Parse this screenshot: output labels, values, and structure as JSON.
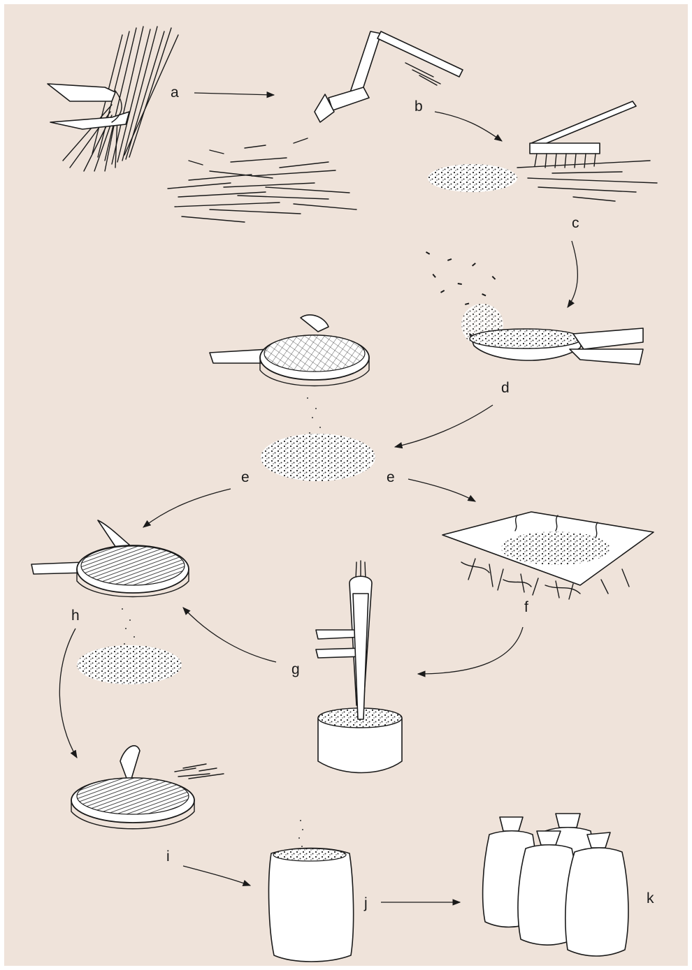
{
  "diagram": {
    "background_color": "#efe3da",
    "ink_color": "#1a1a1a",
    "steps": [
      {
        "id": "a",
        "label": "a",
        "illustration": "hands-cutting-grain-bundle-icon"
      },
      {
        "id": "b",
        "label": "b",
        "illustration": "flail-threshing-icon"
      },
      {
        "id": "c",
        "label": "c",
        "illustration": "rake-separating-straw-icon"
      },
      {
        "id": "d",
        "label": "d",
        "illustration": "winnowing-basket-icon"
      },
      {
        "id": "e1",
        "label": "e",
        "illustration": "sieve-over-grain-pile-icon"
      },
      {
        "id": "e2",
        "label": "e",
        "illustration": "sieve-over-grain-pile-icon"
      },
      {
        "id": "f",
        "label": "f",
        "illustration": "roasting-sheet-over-fire-icon"
      },
      {
        "id": "g",
        "label": "g",
        "illustration": "mortar-and-pestle-icon"
      },
      {
        "id": "h",
        "label": "h",
        "illustration": "sifting-basket-icon"
      },
      {
        "id": "i",
        "label": "i",
        "illustration": "hand-sorting-tray-icon"
      },
      {
        "id": "j",
        "label": "j",
        "illustration": "filling-sack-icon"
      },
      {
        "id": "k",
        "label": "k",
        "illustration": "tied-sacks-icon"
      }
    ],
    "flow": [
      [
        "a",
        "b"
      ],
      [
        "b",
        "c"
      ],
      [
        "c",
        "d"
      ],
      [
        "d",
        "e"
      ],
      [
        "e",
        "h"
      ],
      [
        "e",
        "f"
      ],
      [
        "f",
        "g"
      ],
      [
        "g",
        "h"
      ],
      [
        "h",
        "i"
      ],
      [
        "i",
        "j"
      ],
      [
        "j",
        "k"
      ]
    ]
  }
}
